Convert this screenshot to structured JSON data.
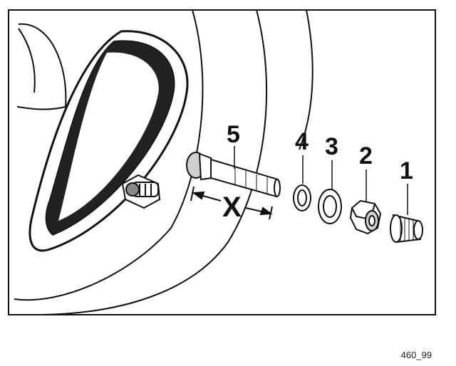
{
  "diagram": {
    "labels": {
      "cap": "1",
      "nut": "2",
      "washer_outer": "3",
      "washer_inner": "4",
      "valve_stem": "5",
      "dimension": "X"
    },
    "figure_code": "460_99"
  }
}
